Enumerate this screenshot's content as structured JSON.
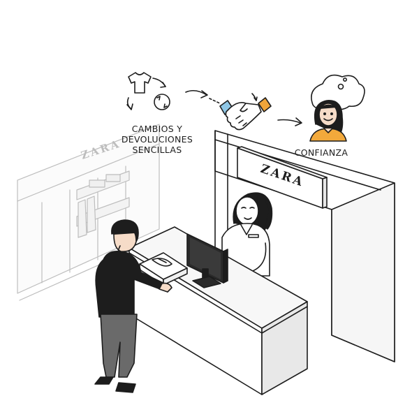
{
  "labels": {
    "returns_line1": "CAMBIOS Y",
    "returns_line2": "DEVOLUCIONES",
    "returns_line3": "SENCILLAS",
    "trust": "CONFIANZA",
    "store_sign": "ZARA",
    "wall_sign": "ZARA"
  },
  "icons": {
    "returns": "shirt-cycle-icon",
    "flow_arrow_1": "arrow-right-icon",
    "handshake": "handshake-icon",
    "flow_arrow_2": "arrow-right-icon",
    "trust": "happy-person-thought-icon"
  },
  "colors": {
    "ink": "#1d1d1d",
    "hand_blue": "#8fc7e6",
    "hand_orange": "#f0a53a",
    "shirt_orange": "#f2a93b",
    "skin": "#f6dcc8",
    "counter_top": "#f7f7f7",
    "counter_side": "#e8e8e8"
  }
}
